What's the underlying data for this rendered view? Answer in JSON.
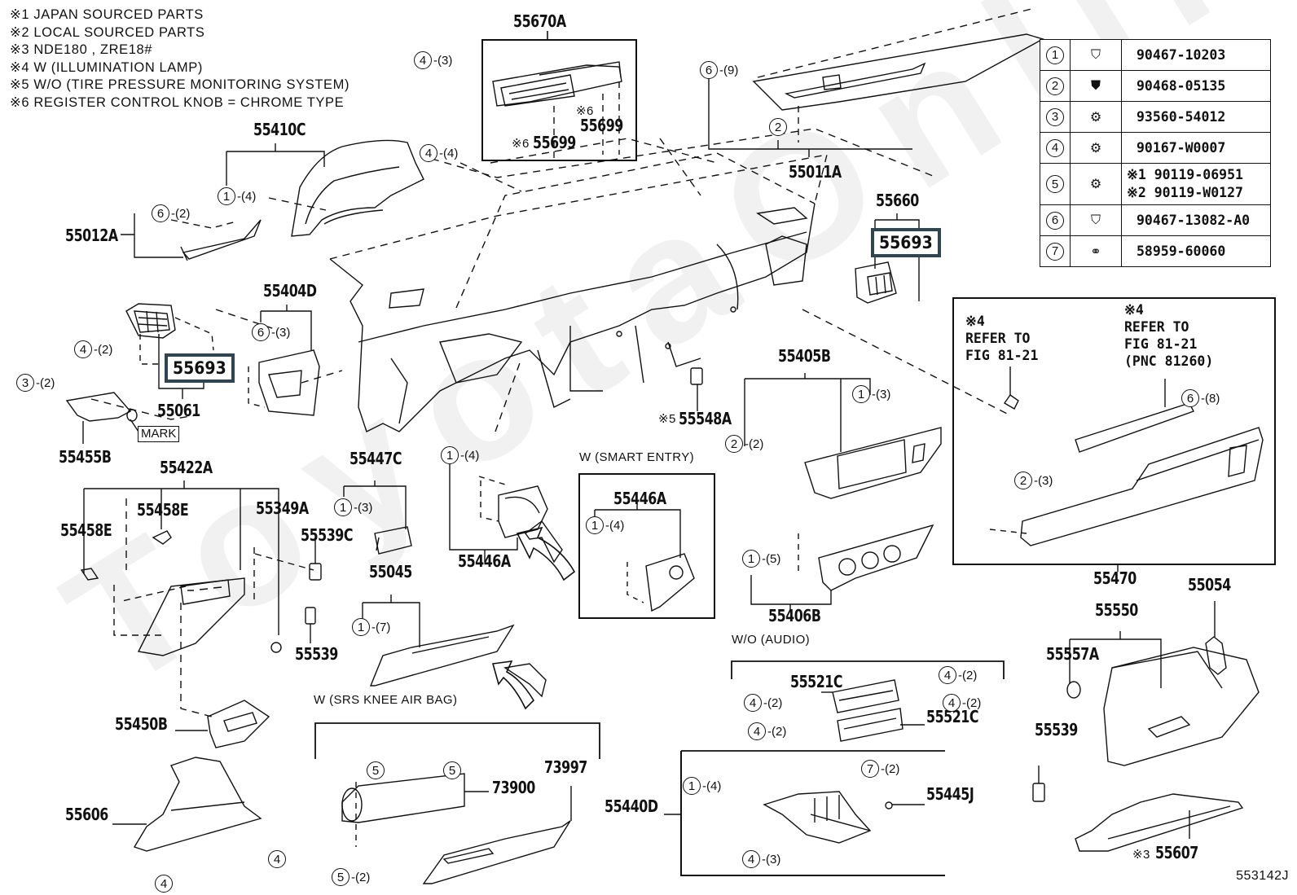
{
  "diagram": {
    "title_code": "553142J",
    "watermark": "ToyotaOnline",
    "notes": [
      {
        "marker": "※1",
        "text": "JAPAN  SOURCED  PARTS"
      },
      {
        "marker": "※2",
        "text": "LOCAL  SOURCED  PARTS"
      },
      {
        "marker": "※3",
        "text": "NDE180 , ZRE18#"
      },
      {
        "marker": "※4",
        "text": "W (ILLUMINATION  LAMP)"
      },
      {
        "marker": "※5",
        "text": "W/O (TIRE  PRESSURE  MONITORING  SYSTEM)"
      },
      {
        "marker": "※6",
        "text": "REGISTER CONTROL KNOB = CHROME TYPE"
      }
    ],
    "fastener_legend": [
      {
        "ref": "1",
        "icon": "clip-icon",
        "part": "90467-10203"
      },
      {
        "ref": "2",
        "icon": "clip-icon",
        "part": "90468-05135"
      },
      {
        "ref": "3",
        "icon": "tapping-screw-icon",
        "part": "93560-54012"
      },
      {
        "ref": "4",
        "icon": "screw-icon",
        "part": "90167-W0007"
      },
      {
        "ref": "5",
        "icon": "bolt-icon",
        "parts": [
          "※1 90119-06951",
          "※2 90119-W0127"
        ]
      },
      {
        "ref": "6",
        "icon": "clip-icon",
        "part": "90467-13082-A0"
      },
      {
        "ref": "7",
        "icon": "cushion-icon",
        "part": "58959-60060"
      }
    ],
    "part_numbers": {
      "p55670A": "55670A",
      "p55699a": "55699",
      "p55699b": "55699",
      "p55699_note": "※6",
      "p55699b_note": "※6",
      "p55011A": "55011A",
      "p55410C": "55410C",
      "p55012A": "55012A",
      "p55660": "55660",
      "p55693_right": "55693",
      "p55693_left": "55693",
      "p55404D": "55404D",
      "p55061": "55061",
      "p55455B": "55455B",
      "p55405B": "55405B",
      "p55548A": "55548A",
      "p55548A_note": "※5",
      "p55422A": "55422A",
      "p55447C": "55447C",
      "p55458E_a": "55458E",
      "p55458E_b": "55458E",
      "p55349A": "55349A",
      "p55539C": "55539C",
      "p55446A_a": "55446A",
      "p55446A_b": "55446A",
      "p55045": "55045",
      "p55539_a": "55539",
      "p55406B": "55406B",
      "p55470": "55470",
      "p55054": "55054",
      "p55550": "55550",
      "p55557A": "55557A",
      "p55521C_a": "55521C",
      "p55521C_b": "55521C",
      "p55450B": "55450B",
      "p73900": "73900",
      "p73997": "73997",
      "p55606": "55606",
      "p55440D": "55440D",
      "p55445J": "55445J",
      "p55539_b": "55539",
      "p55607": "55607",
      "p55607_note": "※3"
    },
    "mark_label": "MARK",
    "section_labels": {
      "smart_entry": "W (SMART ENTRY)",
      "wo_audio": "W/O (AUDIO)",
      "knee_airbag": "W (SRS  KNEE  AIR  BAG)"
    },
    "refer_left": {
      "marker": "※4",
      "lines": [
        "REFER TO",
        "FIG 81-21"
      ]
    },
    "refer_right": {
      "marker": "※4",
      "lines": [
        "REFER TO",
        "FIG 81-21",
        "(PNC 81260)"
      ]
    },
    "callouts": [
      {
        "id": "c1",
        "ref": "4",
        "qty": "-(3)"
      },
      {
        "id": "c2",
        "ref": "4",
        "qty": "-(4)"
      },
      {
        "id": "c3",
        "ref": "6",
        "qty": "-(9)"
      },
      {
        "id": "c4",
        "ref": "2",
        "qty": ""
      },
      {
        "id": "c5",
        "ref": "1",
        "qty": "-(4)"
      },
      {
        "id": "c6",
        "ref": "6",
        "qty": "-(2)"
      },
      {
        "id": "c7",
        "ref": "6",
        "qty": "-(3)"
      },
      {
        "id": "c8",
        "ref": "4",
        "qty": "-(2)"
      },
      {
        "id": "c9",
        "ref": "3",
        "qty": "-(2)"
      },
      {
        "id": "c10",
        "ref": "1",
        "qty": "-(3)"
      },
      {
        "id": "c11",
        "ref": "2",
        "qty": "-(2)"
      },
      {
        "id": "c12",
        "ref": "6",
        "qty": "-(8)"
      },
      {
        "id": "c13",
        "ref": "2",
        "qty": "-(3)"
      },
      {
        "id": "c14",
        "ref": "1",
        "qty": "-(3)"
      },
      {
        "id": "c15",
        "ref": "1",
        "qty": "-(4)"
      },
      {
        "id": "c16",
        "ref": "1",
        "qty": "-(4)"
      },
      {
        "id": "c17",
        "ref": "1",
        "qty": "-(5)"
      },
      {
        "id": "c18",
        "ref": "1",
        "qty": "-(7)"
      },
      {
        "id": "c19",
        "ref": "4",
        "qty": "-(2)"
      },
      {
        "id": "c20",
        "ref": "4",
        "qty": "-(2)"
      },
      {
        "id": "c21",
        "ref": "4",
        "qty": "-(2)"
      },
      {
        "id": "c22",
        "ref": "4",
        "qty": "-(2)"
      },
      {
        "id": "c23",
        "ref": "5",
        "qty": ""
      },
      {
        "id": "c24",
        "ref": "5",
        "qty": ""
      },
      {
        "id": "c25",
        "ref": "5",
        "qty": "-(2)"
      },
      {
        "id": "c26",
        "ref": "4",
        "qty": ""
      },
      {
        "id": "c27",
        "ref": "4",
        "qty": ""
      },
      {
        "id": "c28",
        "ref": "1",
        "qty": "-(4)"
      },
      {
        "id": "c29",
        "ref": "7",
        "qty": "-(2)"
      },
      {
        "id": "c30",
        "ref": "4",
        "qty": "-(3)"
      }
    ]
  }
}
